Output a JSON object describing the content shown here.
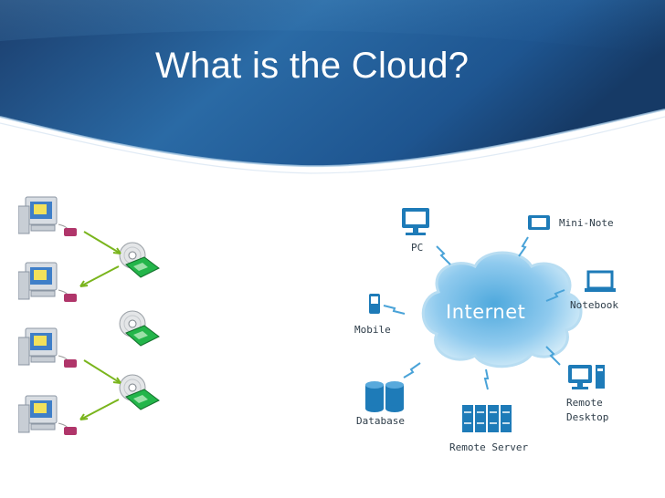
{
  "slide": {
    "title": "What is the Cloud?"
  },
  "legacy": {
    "computers": [
      "pc",
      "pc",
      "pc",
      "pc"
    ],
    "disks": [
      "disk",
      "disk",
      "disk"
    ]
  },
  "cloud": {
    "center_label": "Internet",
    "nodes": {
      "pc": "PC",
      "mini_note": "Mini-Note",
      "notebook": "Notebook",
      "mobile": "Mobile",
      "database": "Database",
      "remote_server": "Remote Server",
      "remote_desktop_line1": "Remote",
      "remote_desktop_line2": "Desktop"
    }
  },
  "colors": {
    "banner_dark": "#1a3f6d",
    "banner_mid": "#2d6fa8",
    "icon_blue": "#1e7bb8",
    "cloud_light": "#cde9f7",
    "arrow_green": "#7ab51d",
    "disk_green": "#23b54a",
    "pad_pink": "#b0356a"
  }
}
